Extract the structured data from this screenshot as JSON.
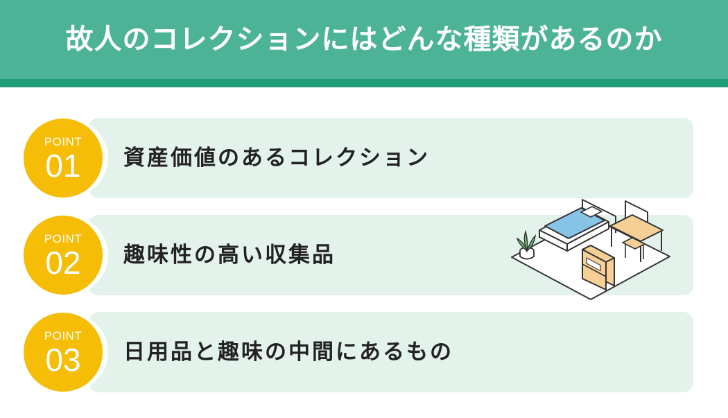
{
  "header": {
    "title": "故人のコレクションにはどんな種類があるのか"
  },
  "points": [
    {
      "label": "POINT",
      "number": "01",
      "text": "資産価値のあるコレクション"
    },
    {
      "label": "POINT",
      "number": "02",
      "text": "趣味性の高い収集品"
    },
    {
      "label": "POINT",
      "number": "03",
      "text": "日用品と趣味の中間にあるもの"
    }
  ],
  "colors": {
    "header": "#4db397",
    "header_strip": "#1f9e78",
    "badge": "#f5bd06",
    "item_background": "#e4f2ec"
  },
  "illustration": {
    "icon": "bedroom-room-icon"
  }
}
